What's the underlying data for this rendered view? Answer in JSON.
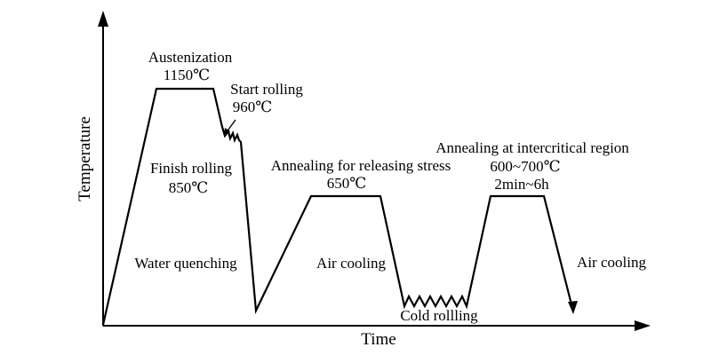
{
  "diagram": {
    "axes": {
      "x_label": "Time",
      "y_label": "Temperature"
    },
    "labels": {
      "austenization": "Austenization",
      "austenization_temp": "1150℃",
      "start_rolling": "Start rolling",
      "start_rolling_temp": "960℃",
      "finish_rolling": "Finish rolling",
      "finish_rolling_temp": "850℃",
      "water_quenching": "Water quenching",
      "annealing_stress": "Annealing for releasing stress",
      "annealing_stress_temp": "650℃",
      "air_cooling_1": "Air cooling",
      "cold_rolling": "Cold rollling",
      "annealing_intercritical": "Annealing at intercritical region",
      "annealing_intercritical_temp": "600~700℃",
      "annealing_intercritical_time": "2min~6h",
      "air_cooling_2": "Air cooling"
    }
  }
}
